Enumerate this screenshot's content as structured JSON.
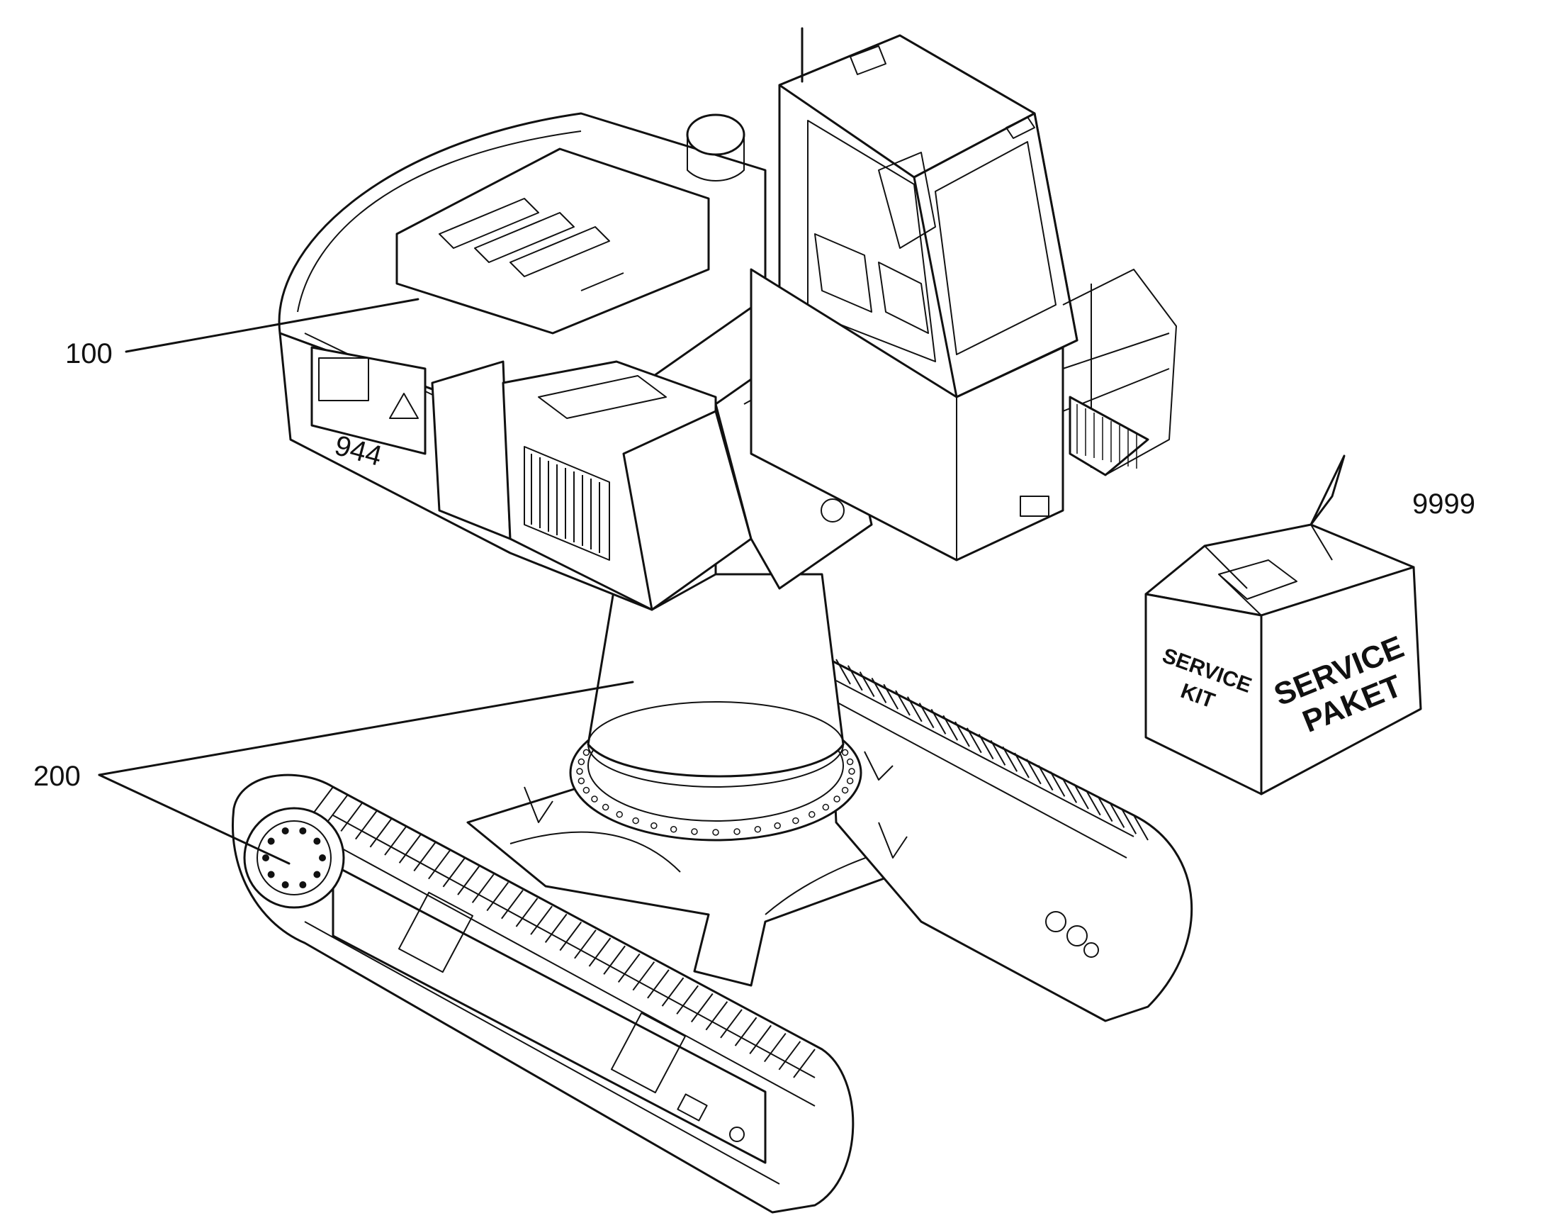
{
  "callouts": {
    "upper_carriage": "100",
    "undercarriage": "200",
    "service_package": "9999"
  },
  "service_box": {
    "kit_line1": "SERVICE",
    "kit_line2": "KIT",
    "paket_line1": "SERVICE",
    "paket_line2": "PAKET"
  },
  "machine_badge": "944"
}
